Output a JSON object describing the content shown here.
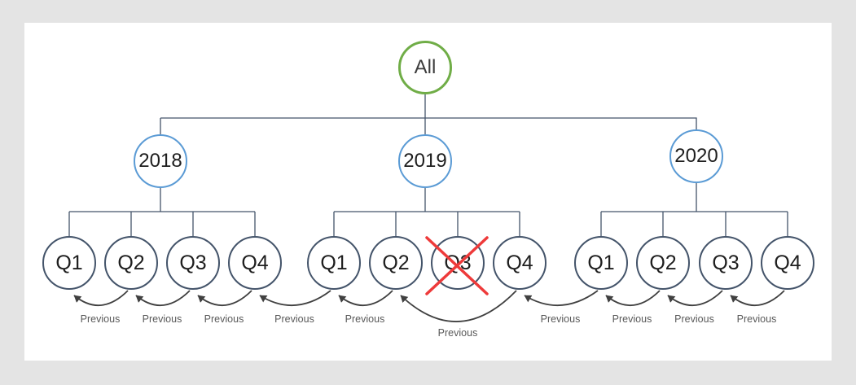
{
  "page": {
    "background": "#E4E4E4",
    "canvas_background": "#FFFFFF"
  },
  "diagram": {
    "root": {
      "label": "All"
    },
    "years": [
      {
        "label": "2018",
        "quarters": [
          {
            "label": "Q1"
          },
          {
            "label": "Q2"
          },
          {
            "label": "Q3"
          },
          {
            "label": "Q4"
          }
        ]
      },
      {
        "label": "2019",
        "quarters": [
          {
            "label": "Q1"
          },
          {
            "label": "Q2"
          },
          {
            "label": "Q3",
            "crossed_out": true
          },
          {
            "label": "Q4"
          }
        ]
      },
      {
        "label": "2020",
        "quarters": [
          {
            "label": "Q1"
          },
          {
            "label": "Q2"
          },
          {
            "label": "Q3"
          },
          {
            "label": "Q4"
          }
        ]
      }
    ],
    "arrows": [
      {
        "label": "Previous",
        "from": "2018-Q2",
        "to": "2018-Q1"
      },
      {
        "label": "Previous",
        "from": "2018-Q3",
        "to": "2018-Q2"
      },
      {
        "label": "Previous",
        "from": "2018-Q4",
        "to": "2018-Q3"
      },
      {
        "label": "Previous",
        "from": "2019-Q1",
        "to": "2018-Q4"
      },
      {
        "label": "Previous",
        "from": "2019-Q2",
        "to": "2019-Q1"
      },
      {
        "label": "Previous",
        "from": "2019-Q4",
        "to": "2019-Q2"
      },
      {
        "label": "Previous",
        "from": "2020-Q1",
        "to": "2019-Q4"
      },
      {
        "label": "Previous",
        "from": "2020-Q2",
        "to": "2020-Q1"
      },
      {
        "label": "Previous",
        "from": "2020-Q3",
        "to": "2020-Q2"
      },
      {
        "label": "Previous",
        "from": "2020-Q4",
        "to": "2020-Q3"
      }
    ],
    "colors": {
      "root_border": "#70AD47",
      "year_border": "#5B9BD5",
      "quarter_border": "#44546A",
      "connector": "#44546A",
      "arrow": "#404040",
      "previous_label": "#595959",
      "cross_out": "#EE3A3A"
    }
  }
}
